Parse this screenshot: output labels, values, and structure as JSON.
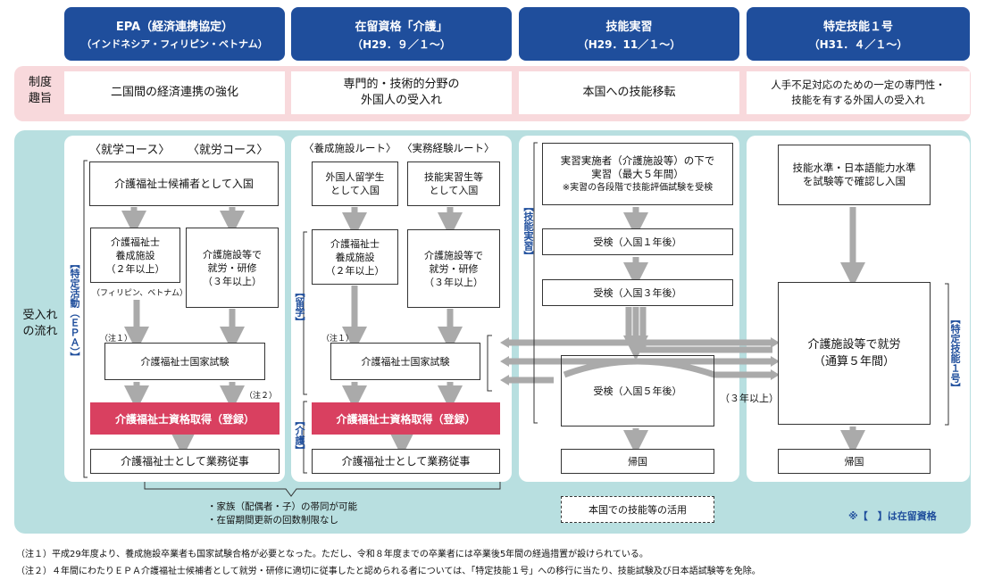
{
  "headers": [
    {
      "line1": "EPA（経済連携協定）",
      "line2": "（インドネシア・フィリピン・ベトナム）"
    },
    {
      "line1": "在留資格「介護」",
      "line2": "（H29．９／１～）"
    },
    {
      "line1": "技能実習",
      "line2": "（H29．11／１～）"
    },
    {
      "line1": "特定技能１号",
      "line2": "（H31．４／１～）"
    }
  ],
  "purpose": {
    "label": "制度\n趣旨",
    "cells": [
      "二国間の経済連携の強化",
      "専門的・技術的分野の\n外国人の受入れ",
      "本国への技能移転",
      "人手不足対応のための一定の専門性・\n技能を有する外国人の受入れ"
    ]
  },
  "flow_label": "受入れ\nの流れ",
  "epa": {
    "course_study": "〈就学コース〉",
    "course_work": "〈就労コース〉",
    "entry": "介護福祉士候補者として入国",
    "school": "介護福祉士\n養成施設\n（２年以上）",
    "work": "介護施設等で\n就労・研修\n（３年以上）",
    "phil_viet": "（フィリピン、ベトナム）",
    "side_label": "【特定活動（ＥＰＡ）】",
    "note1": "（注１）",
    "exam": "介護福祉士国家試験",
    "note2": "（注２）",
    "qualify": "介護福祉士資格取得（登録）",
    "job": "介護福祉士として業務従事"
  },
  "kaigo": {
    "route_school": "〈養成施設ルート〉",
    "route_work": "〈実務経験ルート〉",
    "student_entry": "外国人留学生\nとして入国",
    "trainee_entry": "技能実習生等\nとして入国",
    "school": "介護福祉士\n養成施設\n（２年以上）",
    "work": "介護施設等で\n就労・研修\n（３年以上）",
    "side_study": "【留学】",
    "note1": "（注１）",
    "exam": "介護福祉士国家試験",
    "side_kaigo": "【介護】",
    "qualify": "介護福祉士資格取得（登録）",
    "job": "介護福祉士として業務従事"
  },
  "bracket_notes": [
    "・家族（配偶者・子）の帯同が可能",
    "・在留期間更新の回数制限なし"
  ],
  "gino": {
    "top": "実習実施者（介護施設等）の下で\n実習（最大５年間）",
    "top_note": "※実習の各段階で技能評価試験を受検",
    "side_label": "【技能実習】",
    "exam1": "受検（入国１年後）",
    "exam3": "受検（入国３年後）",
    "exam5": "受検（入国５年後）",
    "three_years": "（３年以上）",
    "return": "帰国",
    "dashed": "本国での技能等の活用"
  },
  "tokutei": {
    "top": "技能水準・日本語能力水準\nを試験等で確認し入国",
    "work": "介護施設等で就労\n（通算５年間）",
    "side_label": "【特定技能１号】",
    "return": "帰国"
  },
  "legend": "※【　】は在留資格",
  "footnotes": [
    "（注１）平成29年度より、養成施設卒業者も国家試験合格が必要となった。ただし、令和８年度までの卒業者には卒業後5年間の経過措置が設けられている。",
    "（注２）４年間にわたりＥＰＡ介護福祉士候補者として就労・研修に適切に従事したと認められる者については、「特定技能１号」への移行に当たり、技能試験及び日本語試験等を免除。"
  ],
  "colors": {
    "header": "#1f4e9c",
    "pink": "#f8d9dc",
    "teal": "#b8dfe0",
    "red": "#d94060",
    "arrow": "#aaaaaa"
  }
}
